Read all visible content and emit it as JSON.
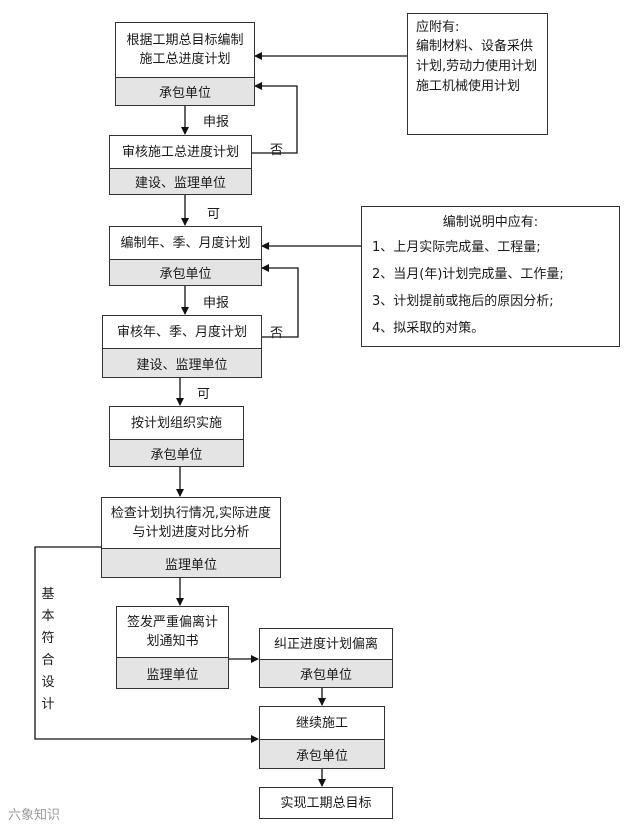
{
  "steps": {
    "s1": {
      "top": "根据工期总目标编制施工总进度计划",
      "bottom": "承包单位"
    },
    "s2": {
      "top": "审核施工总进度计划",
      "bottom": "建设、监理单位"
    },
    "s3": {
      "top": "编制年、季、月度计划",
      "bottom": "承包单位"
    },
    "s4": {
      "top": "审核年、季、月度计划",
      "bottom": "建设、监理单位"
    },
    "s5": {
      "top": "按计划组织实施",
      "bottom": "承包单位"
    },
    "s6": {
      "top": "检查计划执行情况,实际进度与计划进度对比分析",
      "bottom": "监理单位"
    },
    "s7": {
      "top": "签发严重偏离计划通知书",
      "bottom": "监理单位"
    },
    "s8": {
      "top": "纠正进度计划偏离",
      "bottom": "承包单位"
    },
    "s9": {
      "top": "继续施工",
      "bottom": "承包单位"
    },
    "s10": {
      "top": "实现工期总目标"
    }
  },
  "labels": {
    "report": "申报",
    "reject": "否",
    "approve": "可",
    "conform": "基本符合设计"
  },
  "notes": {
    "n1": {
      "title": "应附有:",
      "body": "编制材料、设备采供计划,劳动力使用计划施工机械使用计划"
    },
    "n2": {
      "title": "编制说明中应有:",
      "items": [
        "1、上月实际完成量、工程量;",
        "2、当月(年)计划完成量、工作量;",
        "3、计划提前或拖后的原因分析;",
        "4、拟采取的对策。"
      ]
    }
  },
  "watermark": "六象知识"
}
